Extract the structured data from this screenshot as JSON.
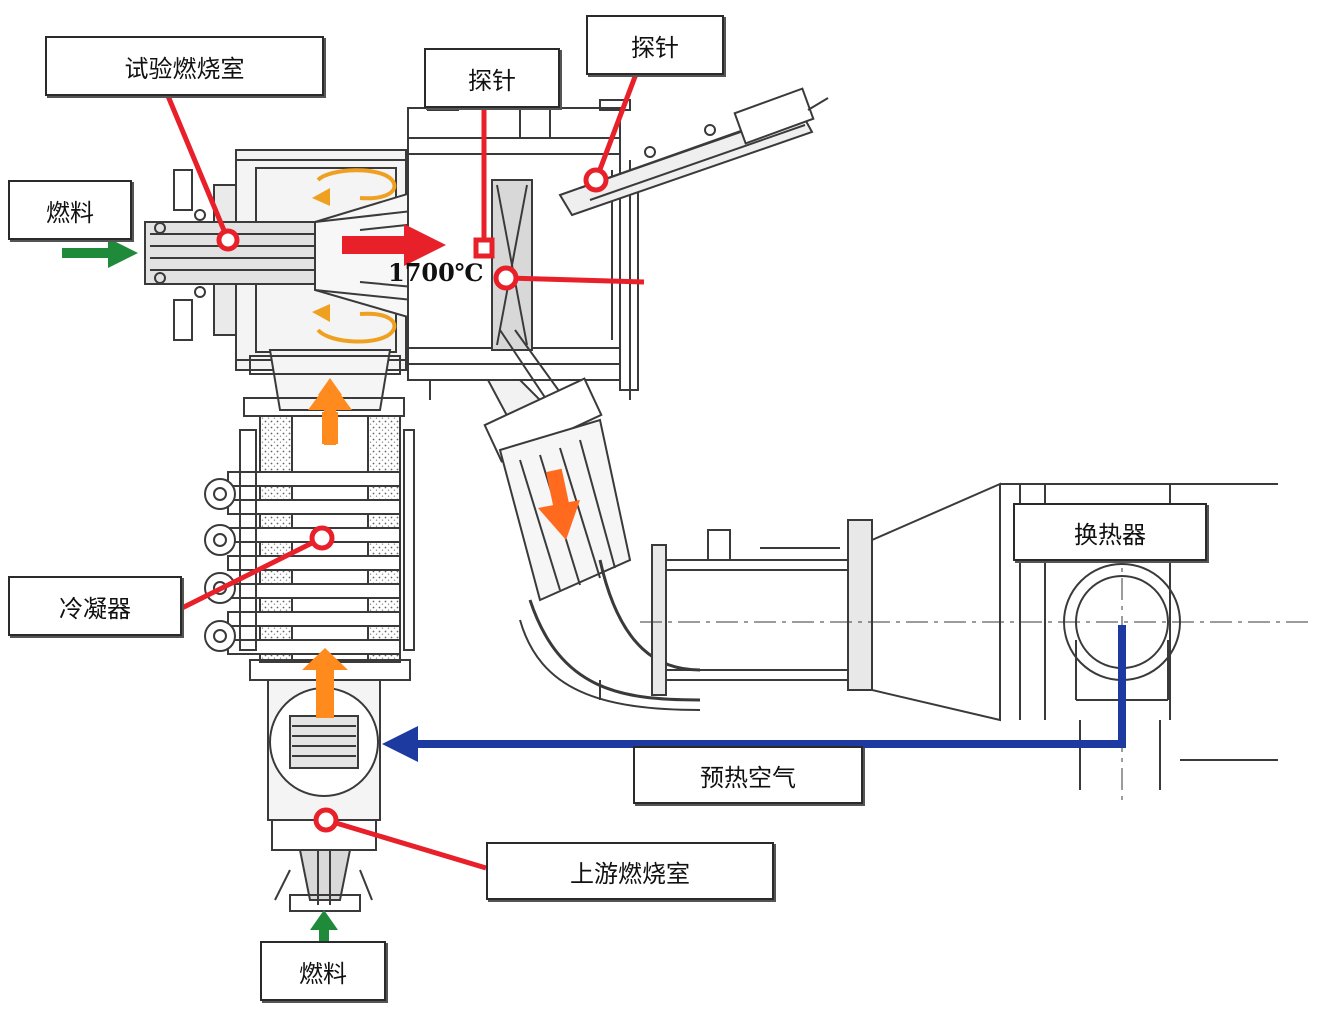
{
  "labels": {
    "test_chamber": "试验燃烧室",
    "fuel_side": "燃料",
    "probe_1": "探针",
    "probe_2": "探针",
    "condenser": "冷凝器",
    "heat_exchanger": "换热器",
    "preheated_air": "预热空气",
    "upstream_chamber": "上游燃烧室",
    "fuel_bottom": "燃料",
    "temperature": "1700℃"
  },
  "colors": {
    "pointer": "#e8202a",
    "fuel_arrow": "#1f8a3a",
    "air_flow": "#1c3aa0",
    "hot_flow": "#ff8a1e",
    "main_flow": "#e8202a",
    "linework": "#3a3a3a"
  }
}
